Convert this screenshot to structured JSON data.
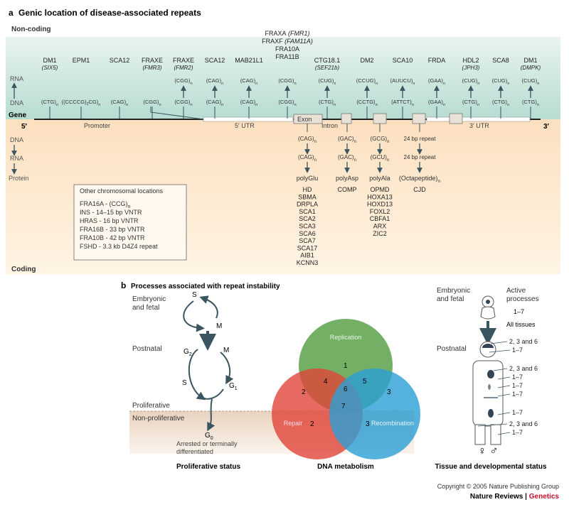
{
  "panel_a": {
    "letter": "a",
    "title": "Genic location of disease-associated repeats",
    "noncoding_label": "Non-coding",
    "coding_label": "Coding",
    "gene_label": "Gene",
    "five_prime": "5′",
    "three_prime": "3′",
    "promoter_label": "Promoter",
    "utr5_label": "5′ UTR",
    "exon_label": "Exon",
    "intron_label": "Intron",
    "utr3_label": "3′ UTR",
    "side_top": [
      "RNA",
      "DNA"
    ],
    "side_bottom": [
      "DNA",
      "RNA",
      "Protein"
    ],
    "top_loci": [
      {
        "name": "DM1",
        "sub": "(SIX5)",
        "dna": "(CTG)n",
        "rna": ""
      },
      {
        "name": "EPM1",
        "sub": "",
        "dna": "((CCCCG)2CG)n",
        "rna": ""
      },
      {
        "name": "SCA12",
        "sub": "",
        "dna": "(CAG)n",
        "rna": ""
      },
      {
        "name": "FRAXE",
        "sub": "(FMR3)",
        "dna": "(CGG)n",
        "rna": ""
      },
      {
        "name": "FRAXE",
        "sub": "(FMR2)",
        "dna": "(CGG)n",
        "rna": "(CGG)n"
      },
      {
        "name": "SCA12",
        "sub": "",
        "dna": "(CAG)n",
        "rna": "(CAG)n"
      },
      {
        "name": "MAB21L1",
        "sub": "",
        "dna": "(CAG)n",
        "rna": "(CAG)n"
      },
      {
        "name": "FRAXA (FMR1)\nFRAXF (FAM11A)\nFRA10A\nFRA11B",
        "sub": "",
        "dna": "(CGG)n",
        "rna": "(CGG)n"
      },
      {
        "name": "CTG18.1",
        "sub": "(SEF21b)",
        "dna": "(CTG)n",
        "rna": "(CUG)n"
      },
      {
        "name": "DM2",
        "sub": "",
        "dna": "(CCTG)n",
        "rna": "(CCUG)n"
      },
      {
        "name": "SCA10",
        "sub": "",
        "dna": "(ATTCT)n",
        "rna": "(AUUCU)n"
      },
      {
        "name": "FRDA",
        "sub": "",
        "dna": "(GAA)n",
        "rna": "(GAA)n"
      },
      {
        "name": "HDL2",
        "sub": "(JPH3)",
        "dna": "(CTG)n",
        "rna": "(CUG)n"
      },
      {
        "name": "SCA8",
        "sub": "",
        "dna": "(CTG)n",
        "rna": "(CUG)n"
      },
      {
        "name": "DM1",
        "sub": "(DMPK)",
        "dna": "(CTG)n",
        "rna": "(CUG)n"
      }
    ],
    "coding_cols": [
      {
        "dna": "(CAG)n",
        "rna": "(CAG)n",
        "protein": "polyGlu",
        "diseases": [
          "HD",
          "SBMA",
          "DRPLA",
          "SCA1",
          "SCA2",
          "SCA3",
          "SCA6",
          "SCA7",
          "SCA17",
          "AIB1",
          "KCNN3"
        ]
      },
      {
        "dna": "(GAC)n",
        "rna": "(GAC)n",
        "protein": "polyAsp",
        "diseases": [
          "COMP"
        ]
      },
      {
        "dna": "(GCG)n",
        "rna": "(GCU)n",
        "protein": "polyAla",
        "diseases": [
          "OPMD",
          "HOXA13",
          "HOXD13",
          "FOXL2",
          "CBFA1",
          "ARX",
          "ZIC2"
        ]
      },
      {
        "dna": "24 bp repeat",
        "rna": "24 bp repeat",
        "protein": "(Octapeptide)n",
        "diseases": [
          "CJD"
        ]
      }
    ],
    "other_box": {
      "title": "Other chromosomal locations",
      "items": [
        "FRA16A - (CCG)n",
        "INS - 14–15 bp VNTR",
        "HRAS - 16 bp VNTR",
        "FRA16B - 33 bp VNTR",
        "FRA10B - 42 bp VNTR",
        "FSHD - 3.3 kb D4Z4 repeat"
      ]
    }
  },
  "panel_b": {
    "letter": "b",
    "title": "Processes associated with repeat instability",
    "prolif": {
      "embryonic": "Embryonic\nand fetal",
      "postnatal": "Postnatal",
      "proliferative": "Proliferative",
      "nonproliferative": "Non-proliferative",
      "s": "S",
      "m": "M",
      "g2": "G2",
      "g1": "G1",
      "g0": "G0",
      "arrested": "Arrested or terminally\ndifferentiated",
      "caption": "Proliferative status"
    },
    "venn": {
      "replication": "Replication",
      "repair": "Repair",
      "recombination": "Recombination",
      "regions": [
        "1",
        "2",
        "3",
        "4",
        "5",
        "6",
        "7",
        "2",
        "3"
      ],
      "caption": "DNA metabolism",
      "colors": {
        "replication": "#5aa24b",
        "repair": "#e0453a",
        "recombination": "#2a9fd6"
      }
    },
    "tissue": {
      "embryonic": "Embryonic\nand fetal",
      "active": "Active\nprocesses",
      "embryo_processes": "1–7",
      "all_tissues": "All tissues",
      "postnatal": "Postnatal",
      "body_labels": [
        "2, 3 and 6",
        "1–7",
        "2, 3 and 6",
        "1–7",
        "1–7",
        "1–7",
        "1–7",
        "2, 3 and 6",
        "1–7"
      ],
      "sexes": "♀ ♂",
      "caption": "Tissue and developmental status"
    }
  },
  "footer": {
    "copyright": "Copyright © 2005 Nature Publishing Group",
    "journal": "Nature Reviews",
    "sep": "|",
    "section": "Genetics"
  }
}
